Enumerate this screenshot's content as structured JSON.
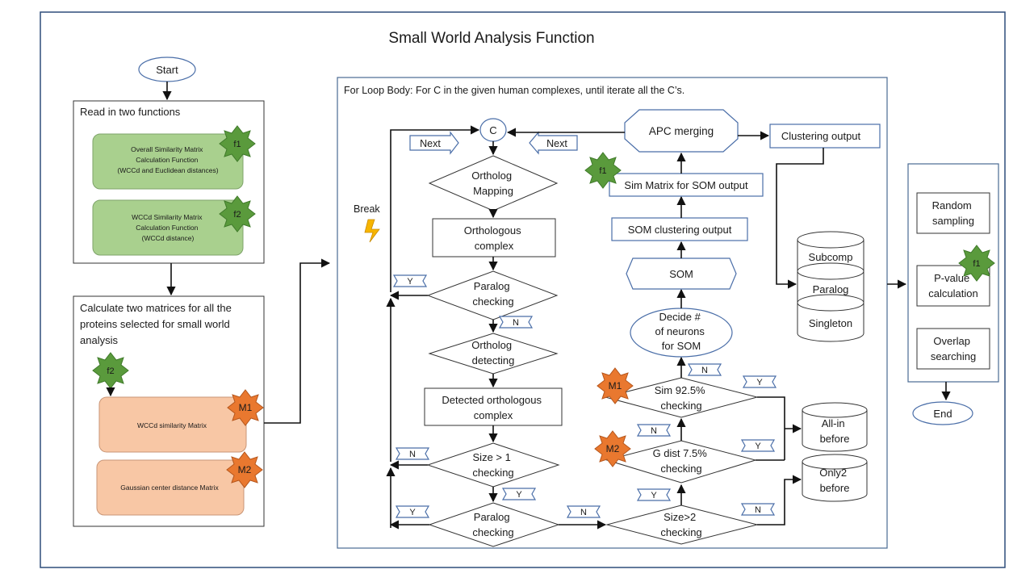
{
  "title": "Small World Analysis Function",
  "start": "Start",
  "end": "End",
  "read_box": {
    "title": "Read in two functions",
    "func1": [
      "Overall Similarity Matrix",
      "Calculation Function",
      "(WCCd and Euclidean distances)"
    ],
    "func2": [
      "WCCd Similarity Matrix",
      "Calculation Function",
      "(WCCd distance)"
    ]
  },
  "calc_box": {
    "title": [
      "Calculate two matrices for all the",
      "proteins selected for small world",
      "analysis"
    ],
    "matrix1": "WCCd similarity Matrix",
    "matrix2": "Gaussian center distance Matrix"
  },
  "badges": {
    "f1": "f1",
    "f2": "f2",
    "m1": "M1",
    "m2": "M2"
  },
  "loop": {
    "title": "For Loop Body:  For C in the given human complexes, until iterate all the C’s.",
    "c_node": "C",
    "next1": "Next",
    "next2": "Next",
    "break": "Break",
    "ortholog_mapping": [
      "Ortholog",
      "Mapping"
    ],
    "orthologous_complex": [
      "Orthologous",
      "complex"
    ],
    "paralog_checking_1": [
      "Paralog",
      "checking"
    ],
    "ortholog_detecting": [
      "Ortholog",
      "detecting"
    ],
    "detected_complex": [
      "Detected orthologous",
      "complex"
    ],
    "size1_checking": [
      "Size > 1",
      "checking"
    ],
    "paralog_checking_2": [
      "Paralog",
      "checking"
    ],
    "size2_checking": [
      "Size>2",
      "checking"
    ],
    "gdist_checking": [
      "G dist 7.5%",
      "checking"
    ],
    "sim_checking": [
      "Sim 92.5%",
      "checking"
    ],
    "decide_neurons": [
      "Decide #",
      "of neurons",
      "for SOM"
    ],
    "som": "SOM",
    "som_output": "SOM clustering output",
    "sim_matrix_som": "Sim Matrix for SOM output",
    "apc_merging": "APC merging",
    "clustering_output": "Clustering output",
    "db_top": "Subcomp",
    "db_mid": "Paralog",
    "db_bot": "Singleton",
    "all_in": [
      "All-in",
      "before"
    ],
    "only2": [
      "Only2",
      "before"
    ],
    "labels": {
      "y": "Y",
      "n": "N"
    }
  },
  "right_panel": {
    "random_sampling": [
      "Random",
      "sampling"
    ],
    "pvalue": [
      "P-value",
      "calculation"
    ],
    "overlap": [
      "Overlap",
      "searching"
    ]
  }
}
